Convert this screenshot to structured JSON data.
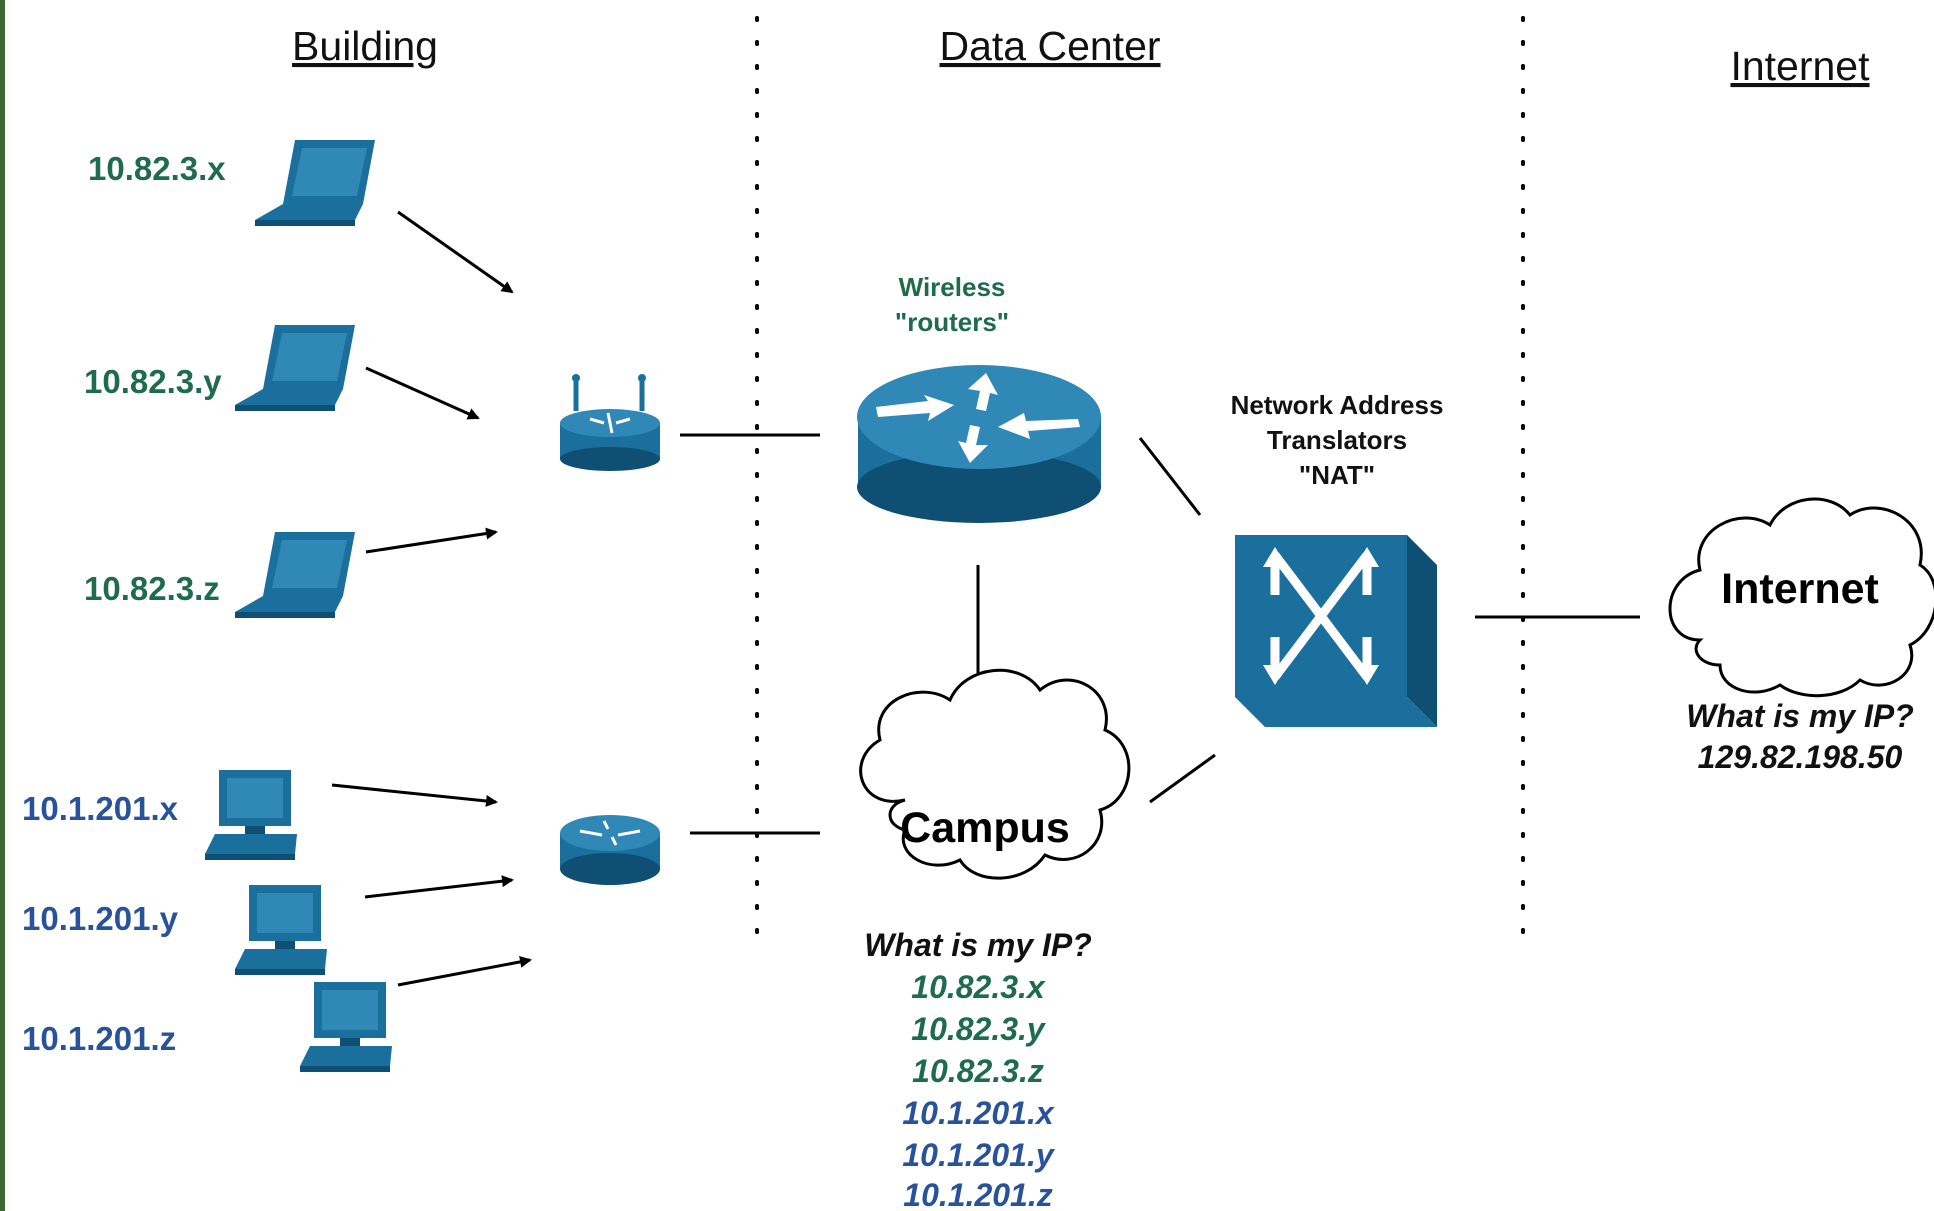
{
  "colors": {
    "green": "#1e6b4d",
    "blue": "#28539a",
    "device": "#1a6f9c",
    "device_dark": "#0f4f73",
    "device_light": "#2f88b6",
    "sidebar": "#3d6630"
  },
  "headers": {
    "building": "Building",
    "datacenter": "Data Center",
    "internet": "Internet"
  },
  "building": {
    "laptops": [
      {
        "label": "10.82.3.x",
        "icon": "laptop-icon"
      },
      {
        "label": "10.82.3.y",
        "icon": "laptop-icon"
      },
      {
        "label": "10.82.3.z",
        "icon": "laptop-icon"
      }
    ],
    "desktops": [
      {
        "label": "10.1.201.x",
        "icon": "desktop-computer-icon"
      },
      {
        "label": "10.1.201.y",
        "icon": "desktop-computer-icon"
      },
      {
        "label": "10.1.201.z",
        "icon": "desktop-computer-icon"
      }
    ],
    "wireless_ap_icon": "wireless-access-point-icon",
    "wired_router_icon": "router-icon"
  },
  "datacenter": {
    "wireless_router": {
      "label_line1": "Wireless",
      "label_line2": "\"routers\"",
      "icon": "router-icon"
    },
    "nat": {
      "label_line1": "Network Address",
      "label_line2": "Translators",
      "label_line3": "\"NAT\"",
      "icon": "switch-icon"
    },
    "campus": {
      "label": "Campus",
      "icon": "cloud-icon",
      "question": "What is my IP?",
      "answers": [
        "10.82.3.x",
        "10.82.3.y",
        "10.82.3.z",
        "10.1.201.x",
        "10.1.201.y",
        "10.1.201.z"
      ]
    }
  },
  "internet": {
    "label": "Internet",
    "icon": "cloud-icon",
    "question": "What is my IP?",
    "answer": "129.82.198.50"
  }
}
